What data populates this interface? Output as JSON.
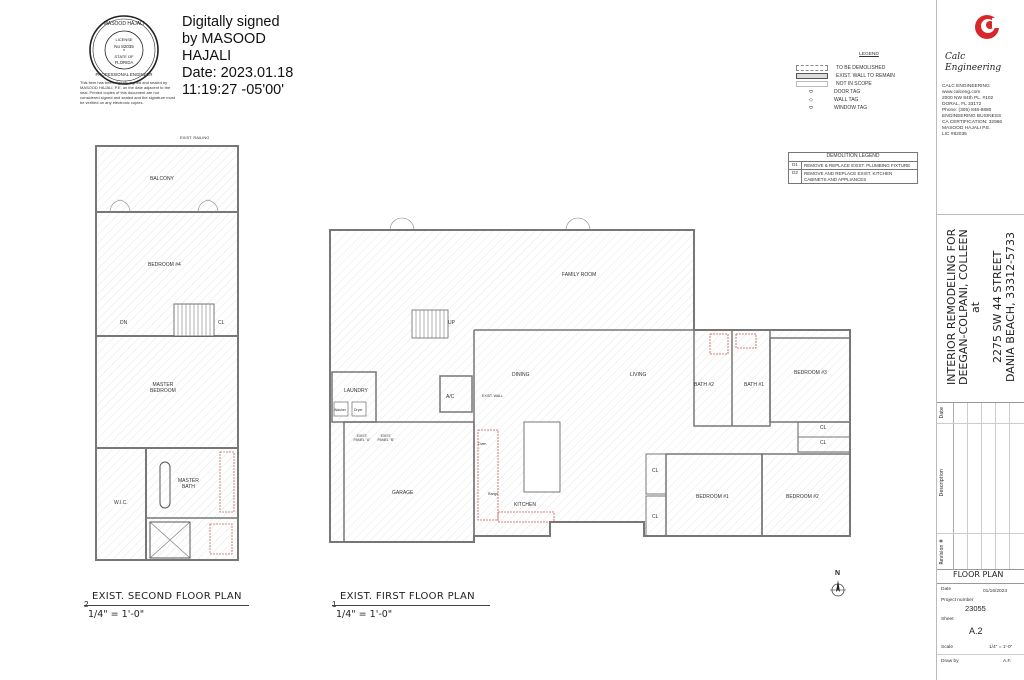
{
  "seal": {
    "name": "MASOOD HAJALI",
    "license_label": "LICENSE",
    "number": "No 82035",
    "state": "STATE OF",
    "state_name": "FLORIDA",
    "title": "PROFESSIONAL ENGINEER"
  },
  "signature": {
    "line1": "Digitally signed",
    "line2": "by MASOOD",
    "line3": "HAJALI",
    "line4": "Date: 2023.01.18",
    "line5": "11:19:27 -05'00'"
  },
  "seal_note": "This item has been digitally signed and sealed by MASOOD HAJALI, P.E. on the date adjacent to the seal. Printed copies of this document are not considered signed and sealed and the signature must be verified on any electronic copies.",
  "legend": {
    "title": "LEGEND",
    "items": [
      {
        "symbol": "dashed-wall",
        "label": "TO BE DEMOLISHED"
      },
      {
        "symbol": "solid-wall",
        "label": "EXIST. WALL TO REMAIN"
      },
      {
        "symbol": "light-wall",
        "label": "NOT IN SCOPE"
      },
      {
        "symbol": "door-tag",
        "label": "DOOR TAG"
      },
      {
        "symbol": "wall-tag",
        "label": "WALL TAG"
      },
      {
        "symbol": "window-tag",
        "label": "WINDOW TAG"
      }
    ]
  },
  "demolition_legend": {
    "title": "DEMOLITION LEGEND",
    "rows": [
      {
        "code": "D1",
        "text": "REMOVE & REPLACE EXIST. PLUMBING FIXTURE"
      },
      {
        "code": "D2",
        "text": "REMOVE AND REPLACE EXIST. KITCHEN CABINETS AND APPLIANCES"
      }
    ]
  },
  "company": {
    "name_line1": "Calc",
    "name_line2": "Engineering",
    "logo_color": "#d9262b",
    "details": [
      "CALC ENGINEERING",
      "www.calceng.com",
      "2000 NW 84th PL. #102",
      "DORAL, FL 33172",
      "Phone: (305) 848-8880",
      "ENGINEERING BUSINESS",
      "CA CERTIFICATION: 32966",
      "MASOOD HAJALI P.E.",
      "LIC #82035"
    ]
  },
  "project": {
    "line1": "INTERIOR REMODELING FOR",
    "line2": "DEEGAN-COLPANI, COLLEEN",
    "line3": "at",
    "line4": "2275 SW 44 STREET",
    "line5": "DANIA BEACH, 33312-5733"
  },
  "revision_block": {
    "date_label": "Date",
    "description_label": "Description",
    "revision_label": "Revision #"
  },
  "sheet": {
    "title": "FLOOR PLAN",
    "date_label": "Date",
    "date_value": "01/16/2023",
    "project_number_label": "Project number",
    "project_number_value": "23055",
    "sheet_label": "Sheet",
    "sheet_value": "A.2",
    "scale_label": "Scale",
    "scale_value": "1/4\" = 1'-0\"",
    "drawn_by_label": "Draw by",
    "drawn_by_value": "A.F."
  },
  "second_floor": {
    "number": "2",
    "title": "EXIST. SECOND FLOOR PLAN",
    "scale": "1/4\" = 1'-0\"",
    "top_note": "EXIST. RAILING",
    "rooms": {
      "balcony": "BALCONY",
      "bedroom4": "BEDROOM #4",
      "master_bedroom_1": "MASTER",
      "master_bedroom_2": "BEDROOM",
      "wic": "W.I.C.",
      "master_bath_1": "MASTER",
      "master_bath_2": "BATH",
      "cl": "CL",
      "dn": "DN"
    }
  },
  "first_floor": {
    "number": "1",
    "title": "EXIST. FIRST FLOOR PLAN",
    "scale": "1/4\" = 1'-0\"",
    "rooms": {
      "family_room": "FAMILY ROOM",
      "dining": "DINING",
      "living": "LIVING",
      "laundry": "LAUNDRY",
      "washer": "Washer",
      "dryer": "Dryer",
      "ac": "A/C",
      "exist_wall": "EXIST. WALL",
      "garage": "GARAGE",
      "kitchen": "KITCHEN",
      "bath2": "BATH #2",
      "bath1": "BATH #1",
      "bedroom3": "BEDROOM #3",
      "bedroom1": "BEDROOM #1",
      "bedroom2": "BEDROOM #2",
      "cl": "CL",
      "up": "UP",
      "oven": "Oven",
      "range": "Range",
      "panel_a": "EXIST. PANEL \"A\"",
      "panel_b": "EXIST. PANEL \"B\""
    }
  },
  "north_arrow": "N"
}
